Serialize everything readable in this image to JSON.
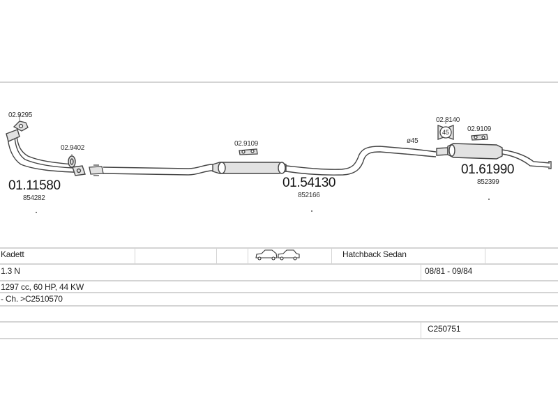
{
  "parts": {
    "front_pipe": {
      "part_no": "01.11580",
      "ref": "854282"
    },
    "middle_silencer": {
      "part_no": "01.54130",
      "ref": "852166"
    },
    "rear_silencer": {
      "part_no": "01.61990",
      "ref": "852399"
    },
    "gasket_top": "02.9295",
    "ring_clamp": "02.9402",
    "hanger_middle": "02.9109",
    "rubber_mount": "02.8140",
    "hanger_rear": "02.9109",
    "mount_label": "45",
    "diameter_label": "ø45"
  },
  "info": {
    "model": "Kadett",
    "body_type": "Hatchback Sedan",
    "engine": "1.3 N",
    "dates": "08/81 - 09/84",
    "spec": "1297 cc, 60 HP, 44 KW",
    "chassis": "- Ch. >C2510570",
    "code": "C250751"
  },
  "icons": [
    "car-hatchback-icon",
    "car-sedan-icon"
  ],
  "colors": {
    "line": "#d4d4d4",
    "drawing": "#444444",
    "fill": "#e2e2e2"
  }
}
